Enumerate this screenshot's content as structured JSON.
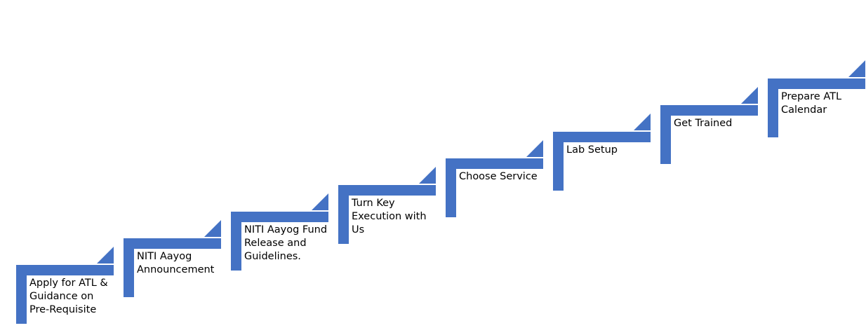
{
  "colors": {
    "step_fill": "#4472C4",
    "text": "#000000",
    "background": "#FFFFFF"
  },
  "steps": [
    {
      "lines": [
        "Apply for ATL &",
        "Guidance on",
        "Pre-Requisite"
      ]
    },
    {
      "lines": [
        "NITI Aayog",
        "Announcement"
      ]
    },
    {
      "lines": [
        "NITI Aayog Fund",
        "Release and",
        "Guidelines."
      ]
    },
    {
      "lines": [
        "Turn Key",
        "Execution with",
        "Us"
      ]
    },
    {
      "lines": [
        "Choose Service"
      ]
    },
    {
      "lines": [
        "Lab Setup"
      ]
    },
    {
      "lines": [
        "Get Trained"
      ]
    },
    {
      "lines": [
        "Prepare ATL",
        "Calendar"
      ]
    }
  ]
}
